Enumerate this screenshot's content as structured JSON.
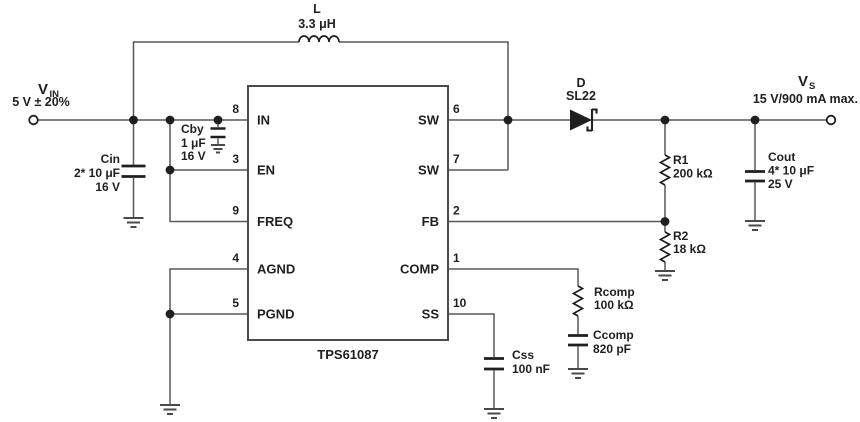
{
  "title": "TPS61087 boost converter application schematic",
  "colors": {
    "wire": "#58585a",
    "ink": "#1f1f1f",
    "background": "#ffffff"
  },
  "ic": {
    "part_number": "TPS61087",
    "left_pins": [
      {
        "num": "8",
        "name": "IN"
      },
      {
        "num": "3",
        "name": "EN"
      },
      {
        "num": "9",
        "name": "FREQ"
      },
      {
        "num": "4",
        "name": "AGND"
      },
      {
        "num": "5",
        "name": "PGND"
      }
    ],
    "right_pins": [
      {
        "num": "6",
        "name": "SW"
      },
      {
        "num": "7",
        "name": "SW"
      },
      {
        "num": "2",
        "name": "FB"
      },
      {
        "num": "1",
        "name": "COMP"
      },
      {
        "num": "10",
        "name": "SS"
      }
    ]
  },
  "ports": {
    "input": {
      "name": "V",
      "subscript": "IN",
      "spec": "5 V ± 20%"
    },
    "output": {
      "name": "V",
      "subscript": "S",
      "spec": "15 V/900 mA max."
    }
  },
  "components": {
    "l": {
      "ref": "L",
      "value": "3.3 μH"
    },
    "d": {
      "ref": "D",
      "value": "SL22"
    },
    "cin": {
      "ref": "Cin",
      "value": "2* 10 μF",
      "rating": "16 V"
    },
    "cby": {
      "ref": "Cby",
      "value": "1 μF",
      "rating": "16 V"
    },
    "cout": {
      "ref": "Cout",
      "value": "4* 10 μF",
      "rating": "25 V"
    },
    "css": {
      "ref": "Css",
      "value": "100 nF"
    },
    "ccomp": {
      "ref": "Ccomp",
      "value": "820 pF"
    },
    "r1": {
      "ref": "R1",
      "value": "200 kΩ"
    },
    "r2": {
      "ref": "R2",
      "value": "18 kΩ"
    },
    "rcomp": {
      "ref": "Rcomp",
      "value": "100 kΩ"
    }
  }
}
